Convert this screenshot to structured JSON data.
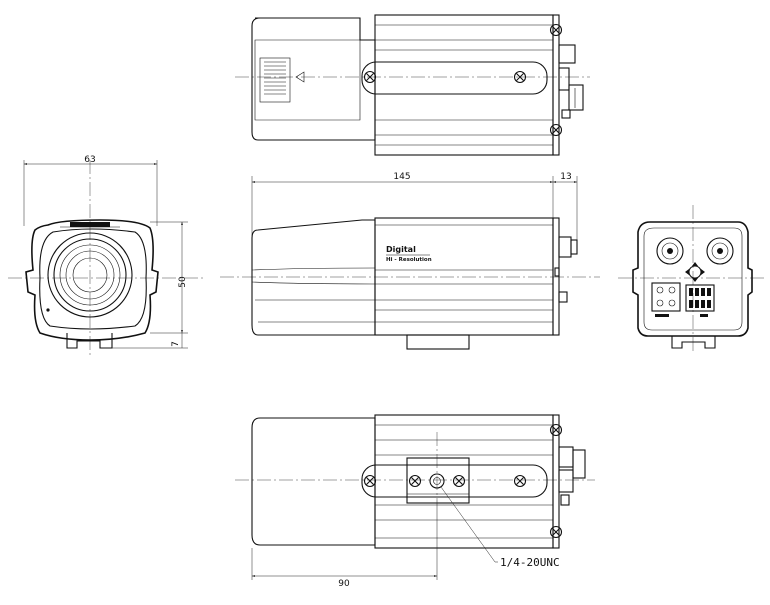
{
  "dimensions": {
    "front_width": "63",
    "front_height": "50",
    "front_foot": "7",
    "side_length": "145",
    "side_connector": "13",
    "bottom_mount_offset": "90"
  },
  "labels": {
    "brand_line1": "Digital",
    "brand_line2": "Hi - Resolution",
    "mount_thread": "1/4-20UNC"
  },
  "icons": [
    "screw-head-icon",
    "bnc-connector-icon",
    "lens-icon",
    "terminal-block-icon"
  ]
}
